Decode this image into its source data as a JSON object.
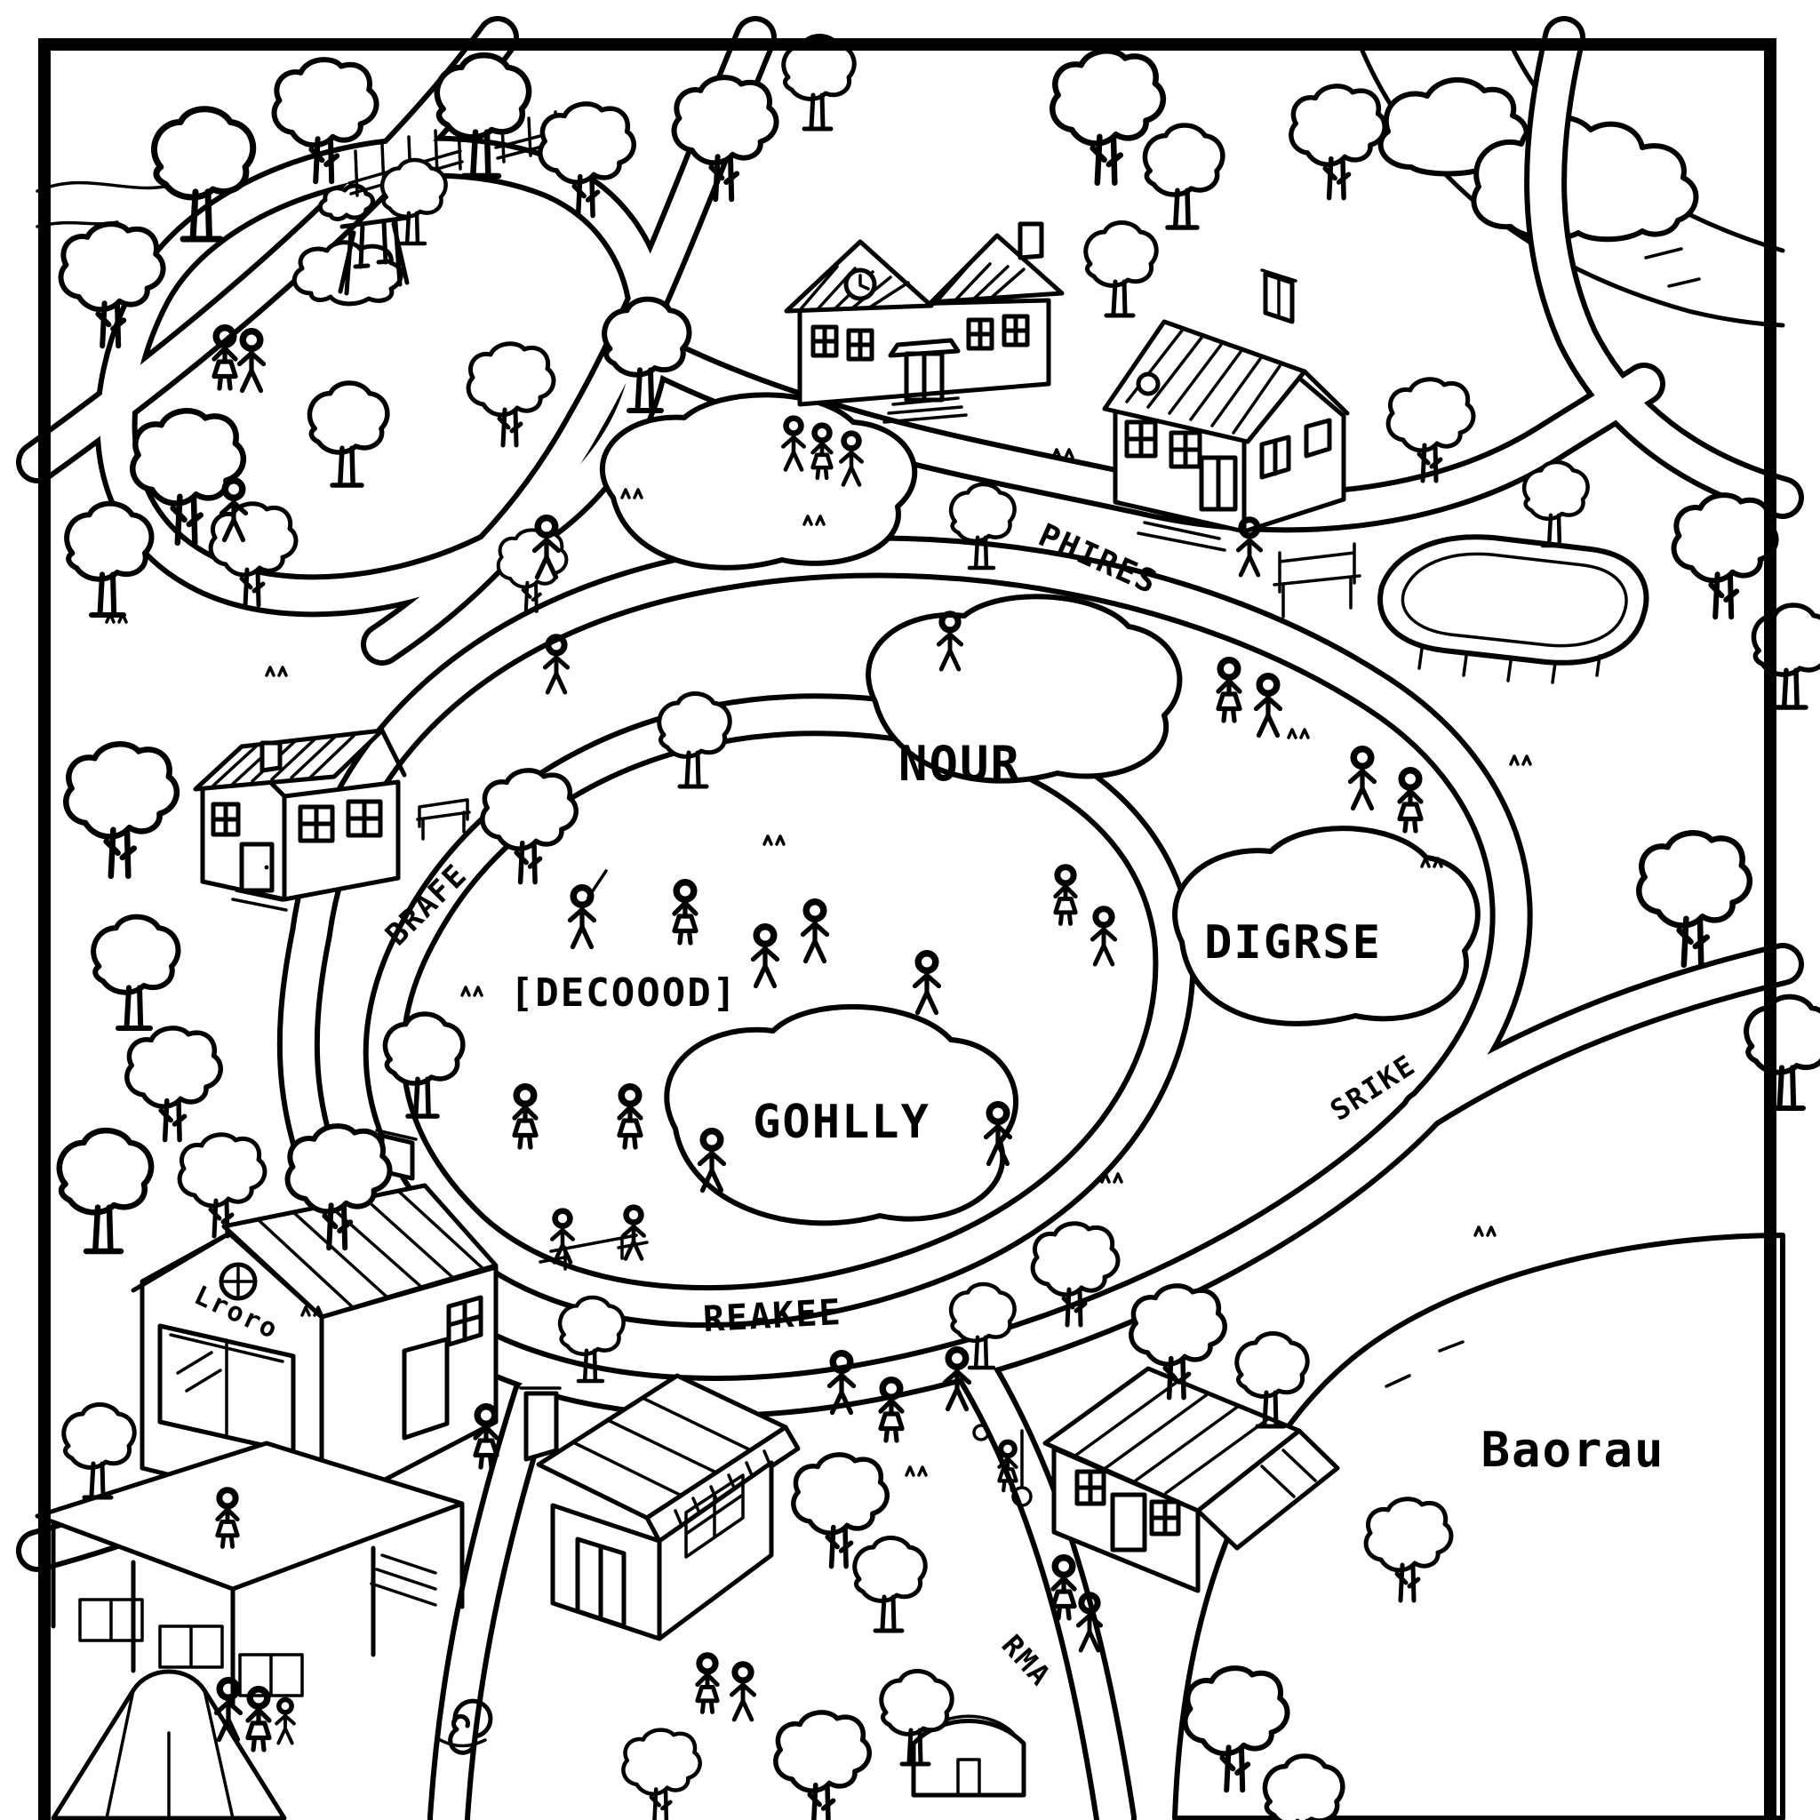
{
  "page": {
    "kind": "town-map-coloring-page",
    "ink_color": "#000000",
    "paper_color": "#ffffff"
  },
  "labels": {
    "road_phires": "PHIRES",
    "pond_nour": "NOUR",
    "pond_digrse": "DIGRSE",
    "pond_gohlly": "GOHLLY",
    "lawn_decoood": "[DECOOOD]",
    "road_brafe": "BRAFE",
    "road_srike": "SRIKE",
    "road_reakee": "REAKEE",
    "lake_baorau": "Baorau",
    "road_rma": "RMA",
    "lodge_sign_lroro": "Lroro"
  },
  "features": [
    "park-loop-with-playground-swings",
    "school-building-with-clock",
    "house-with-porch-top-right",
    "fenced-skating-rink",
    "river-top-right",
    "two-clouds",
    "four-ponds",
    "lake-bottom-right",
    "lodge-with-deck-bottom-left",
    "shop-with-striped-awning",
    "house-bottom-right",
    "camping-tent",
    "garden-shed",
    "many-trees",
    "stick-figure-people",
    "curving-road-network",
    "benches-and-fences"
  ]
}
